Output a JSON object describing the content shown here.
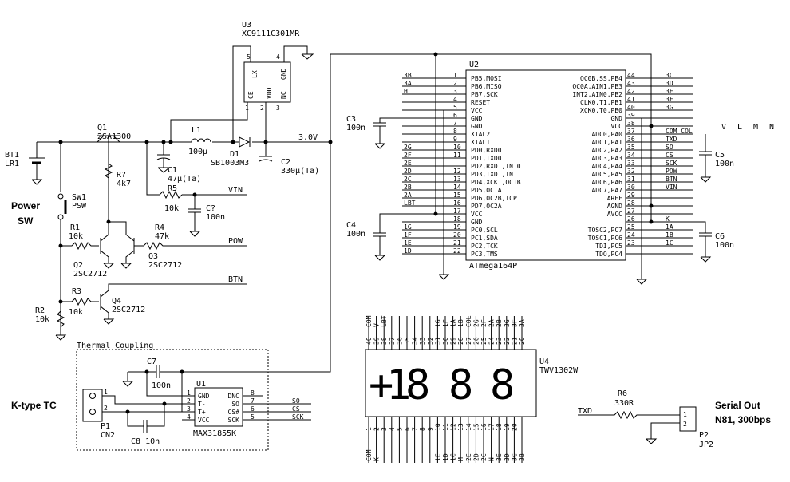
{
  "sections": {
    "power_sw": [
      "Power",
      "SW"
    ],
    "ktype": "K-type TC",
    "serial": [
      "Serial Out",
      "N81, 300bps"
    ],
    "thermal": "Thermal Coupling"
  },
  "components": {
    "u3": {
      "ref": "U3",
      "part": "XC9111C301MR",
      "pins": [
        "LX",
        "CE",
        "VDD",
        "NC",
        "GND"
      ],
      "pin_nums": [
        "5",
        "1",
        "2",
        "3",
        "4"
      ]
    },
    "q1": {
      "ref": "Q1",
      "part": "2SA1300"
    },
    "l1": {
      "ref": "L1",
      "value": "100µ"
    },
    "d1": {
      "ref": "D1",
      "part": "SB1003M3"
    },
    "c1": {
      "ref": "C1",
      "value": "47µ(Ta)"
    },
    "c2": {
      "ref": "C2",
      "value": "330µ(Ta)"
    },
    "bt1": {
      "ref": "BT1",
      "part": "LR1"
    },
    "rq": {
      "ref": "R?",
      "value": "4k7"
    },
    "r5": {
      "ref": "R5",
      "value": "10k"
    },
    "cq": {
      "ref": "C?",
      "value": "100n"
    },
    "sw1": {
      "ref": "SW1",
      "part": "PSW"
    },
    "r1": {
      "ref": "R1",
      "value": "10k"
    },
    "r4": {
      "ref": "R4",
      "value": "47k"
    },
    "q2": {
      "ref": "Q2",
      "part": "2SC2712"
    },
    "q3": {
      "ref": "Q3",
      "part": "2SC2712"
    },
    "r3": {
      "ref": "R3",
      "value": "10k"
    },
    "q4": {
      "ref": "Q4",
      "part": "2SC2712"
    },
    "r2": {
      "ref": "R2",
      "value": "10k"
    },
    "c3": {
      "ref": "C3",
      "value": "100n"
    },
    "c4": {
      "ref": "C4",
      "value": "100n"
    },
    "c5": {
      "ref": "C5",
      "value": "100n"
    },
    "c6": {
      "ref": "C6",
      "value": "100n"
    },
    "c7": {
      "ref": "C7",
      "value": "100n"
    },
    "c8": {
      "ref": "C8",
      "value": "10n"
    },
    "u1": {
      "ref": "U1",
      "part": "MAX31855K"
    },
    "p1": {
      "ref": "P1",
      "part": "CN2"
    },
    "u4": {
      "ref": "U4",
      "part": "TWV1302W"
    },
    "r6": {
      "ref": "R6",
      "value": "330R"
    },
    "p2": {
      "ref": "P2",
      "part": "JP2"
    },
    "u2": {
      "ref": "U2",
      "part": "ATmega164P"
    }
  },
  "nets": {
    "v30": "3.0V",
    "vin": "VIN",
    "pow": "POW",
    "btn": "BTN",
    "txd": "TXD"
  },
  "u2_left": [
    {
      "n": "1",
      "name": "PB5,MOSI",
      "net": "3B"
    },
    {
      "n": "2",
      "name": "PB6,MISO",
      "net": "3A"
    },
    {
      "n": "3",
      "name": "PB7,SCK",
      "net": "H"
    },
    {
      "n": "4",
      "name": "RESET",
      "net": ""
    },
    {
      "n": "5",
      "name": "VCC",
      "net": ""
    },
    {
      "n": "6",
      "name": "GND",
      "net": ""
    },
    {
      "n": "7",
      "name": "GND",
      "net": ""
    },
    {
      "n": "8",
      "name": "XTAL2",
      "net": ""
    },
    {
      "n": "9",
      "name": "XTAL1",
      "net": ""
    },
    {
      "n": "10",
      "name": "PD0,RXD0",
      "net": "2G"
    },
    {
      "n": "11",
      "name": "PD1,TXD0",
      "net": "2F"
    },
    {
      "n": "",
      "name": "PD2,RXD1,INT0",
      "net": "2E"
    },
    {
      "n": "12",
      "name": "PD3,TXD1,INT1",
      "net": "2D"
    },
    {
      "n": "13",
      "name": "PD4,XCK1,OC1B",
      "net": "2C"
    },
    {
      "n": "14",
      "name": "PD5,OC1A",
      "net": "2B"
    },
    {
      "n": "15",
      "name": "PD6,OC2B,ICP",
      "net": "2A"
    },
    {
      "n": "16",
      "name": "PD7,OC2A",
      "net": "LBT"
    },
    {
      "n": "17",
      "name": "VCC",
      "net": ""
    },
    {
      "n": "18",
      "name": "GND",
      "net": ""
    },
    {
      "n": "19",
      "name": "PC0,SCL",
      "net": "1G"
    },
    {
      "n": "20",
      "name": "PC1,SDA",
      "net": "1F"
    },
    {
      "n": "21",
      "name": "PC2,TCK",
      "net": "1E"
    },
    {
      "n": "22",
      "name": "PC3,TMS",
      "net": "1D"
    }
  ],
  "u2_right": [
    {
      "n": "44",
      "name": "OC0B,SS,PB4",
      "net": "3C"
    },
    {
      "n": "43",
      "name": "OC0A,AIN1,PB3",
      "net": "3D"
    },
    {
      "n": "42",
      "name": "INT2,AIN0,PB2",
      "net": "3E"
    },
    {
      "n": "41",
      "name": "CLK0,T1,PB1",
      "net": "3F"
    },
    {
      "n": "40",
      "name": "XCK0,T0,PB0",
      "net": "3G"
    },
    {
      "n": "39",
      "name": "GND",
      "net": ""
    },
    {
      "n": "38",
      "name": "VCC",
      "net": ""
    },
    {
      "n": "37",
      "name": "ADC0,PA0",
      "net": "COM COL"
    },
    {
      "n": "36",
      "name": "ADC1,PA1",
      "net": "TXD"
    },
    {
      "n": "35",
      "name": "ADC2,PA2",
      "net": "SO"
    },
    {
      "n": "34",
      "name": "ADC3,PA3",
      "net": "CS"
    },
    {
      "n": "33",
      "name": "ADC4,PA4",
      "net": "SCK"
    },
    {
      "n": "32",
      "name": "ADC5,PA5",
      "net": "POW"
    },
    {
      "n": "31",
      "name": "ADC6,PA6",
      "net": "BTN"
    },
    {
      "n": "30",
      "name": "ADC7,PA7",
      "net": "VIN"
    },
    {
      "n": "29",
      "name": "AREF",
      "net": ""
    },
    {
      "n": "28",
      "name": "AGND",
      "net": ""
    },
    {
      "n": "27",
      "name": "AVCC",
      "net": ""
    },
    {
      "n": "26",
      "name": "",
      "net": "K"
    },
    {
      "n": "25",
      "name": "TOSC2,PC7",
      "net": "1A"
    },
    {
      "n": "24",
      "name": "TOSC1,PC6",
      "net": "1B"
    },
    {
      "n": "23",
      "name": "TDI,PC5",
      "net": "1C"
    },
    {
      "n": "",
      "name": "TDO,PC4",
      "net": ""
    }
  ],
  "com_col_extra": [
    "V",
    "L",
    "M",
    "N"
  ],
  "u1_pins": [
    {
      "n": "1",
      "name": "GND",
      "net": ""
    },
    {
      "n": "2",
      "name": "T-",
      "net": ""
    },
    {
      "n": "3",
      "name": "T+",
      "net": ""
    },
    {
      "n": "4",
      "name": "VCC",
      "net": ""
    },
    {
      "n": "8",
      "name": "DNC",
      "net": ""
    },
    {
      "n": "7",
      "name": "SO",
      "net": "SO"
    },
    {
      "n": "6",
      "name": "CS#",
      "net": "CS"
    },
    {
      "n": "5",
      "name": "SCK",
      "net": "SCK"
    }
  ],
  "u4_top": [
    {
      "n": "40",
      "net": "COM"
    },
    {
      "n": "39",
      "net": "V"
    },
    {
      "n": "38",
      "net": "LBT"
    },
    {
      "n": "37",
      "net": ""
    },
    {
      "n": "36",
      "net": ""
    },
    {
      "n": "35",
      "net": ""
    },
    {
      "n": "34",
      "net": ""
    },
    {
      "n": "33",
      "net": ""
    },
    {
      "n": "32",
      "net": ""
    },
    {
      "n": "31",
      "net": "1G"
    },
    {
      "n": "30",
      "net": "1F"
    },
    {
      "n": "29",
      "net": "1A"
    },
    {
      "n": "28",
      "net": "1B"
    },
    {
      "n": "27",
      "net": "COL"
    },
    {
      "n": "26",
      "net": "2G"
    },
    {
      "n": "25",
      "net": "2F"
    },
    {
      "n": "24",
      "net": "2A"
    },
    {
      "n": "23",
      "net": "2B"
    },
    {
      "n": "22",
      "net": "3G"
    },
    {
      "n": "21",
      "net": "3F"
    },
    {
      "n": "20",
      "net": "3A"
    }
  ],
  "u4_bottom": [
    {
      "n": "1",
      "net": "COM"
    },
    {
      "n": "2",
      "net": "K"
    },
    {
      "n": "3",
      "net": ""
    },
    {
      "n": "4",
      "net": ""
    },
    {
      "n": "5",
      "net": ""
    },
    {
      "n": "6",
      "net": ""
    },
    {
      "n": "7",
      "net": ""
    },
    {
      "n": "8",
      "net": ""
    },
    {
      "n": "9",
      "net": ""
    },
    {
      "n": "10",
      "net": "1E"
    },
    {
      "n": "11",
      "net": "1D"
    },
    {
      "n": "12",
      "net": "1C"
    },
    {
      "n": "13",
      "net": "M"
    },
    {
      "n": "14",
      "net": "2E"
    },
    {
      "n": "15",
      "net": "2D"
    },
    {
      "n": "16",
      "net": "2C"
    },
    {
      "n": "17",
      "net": "N"
    },
    {
      "n": "18",
      "net": "3E"
    },
    {
      "n": "19",
      "net": "3D"
    },
    {
      "n": "20",
      "net": "3C"
    },
    {
      "n": "",
      "net": "3B"
    }
  ],
  "p1_pins": [
    "1",
    "2"
  ],
  "p2_pins": [
    "1",
    "2"
  ],
  "display_glyphs": [
    "+",
    "1",
    "8",
    "8",
    "8"
  ]
}
